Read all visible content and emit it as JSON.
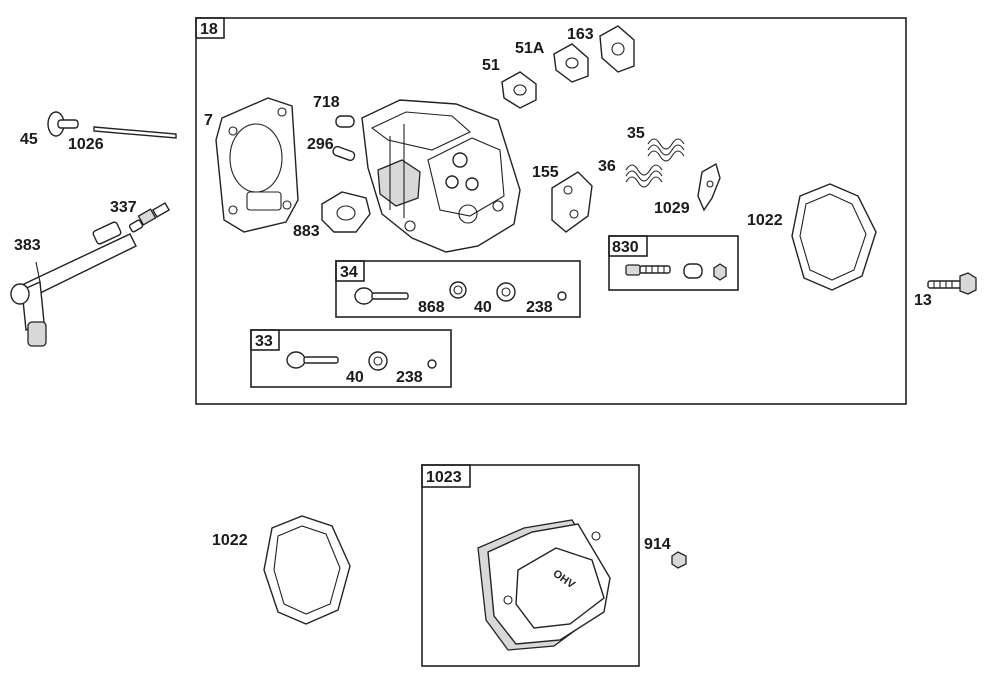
{
  "diagram": {
    "group_boxes": [
      {
        "key": "g18",
        "tag": "18"
      },
      {
        "key": "g34",
        "tag": "34"
      },
      {
        "key": "g33",
        "tag": "33"
      },
      {
        "key": "g830",
        "tag": "830"
      },
      {
        "key": "g1023",
        "tag": "1023"
      }
    ],
    "part_labels": [
      "7",
      "718",
      "296",
      "883",
      "51",
      "51A",
      "163",
      "155",
      "35",
      "36",
      "1029",
      "1022",
      "868",
      "40",
      "238",
      "40",
      "238",
      "45",
      "1026",
      "337",
      "383",
      "13",
      "1022",
      "914"
    ]
  }
}
